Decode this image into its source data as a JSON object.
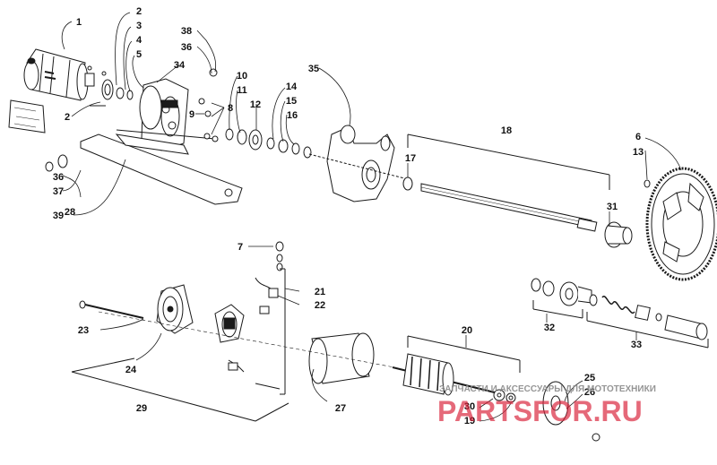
{
  "diagram": {
    "callouts": [
      "1",
      "2",
      "3",
      "4",
      "5",
      "38",
      "36",
      "34",
      "8",
      "9",
      "10",
      "11",
      "12",
      "14",
      "15",
      "16",
      "35",
      "2",
      "28",
      "36",
      "37",
      "39",
      "18",
      "17",
      "31",
      "6",
      "13",
      "7",
      "21",
      "22",
      "23",
      "24",
      "29",
      "27",
      "20",
      "32",
      "33",
      "25",
      "26",
      "30",
      "19"
    ]
  },
  "watermark": {
    "tagline": "ЗАПЧАСТИ И АКСЕССУАРЫ ДЛЯ МОТОТЕХНИКИ",
    "brand": "PARTSFOR.RU"
  },
  "colors": {
    "ink": "#1a1a1a",
    "watermark_red": "#d9213a",
    "watermark_grey": "#8a8a8a"
  }
}
